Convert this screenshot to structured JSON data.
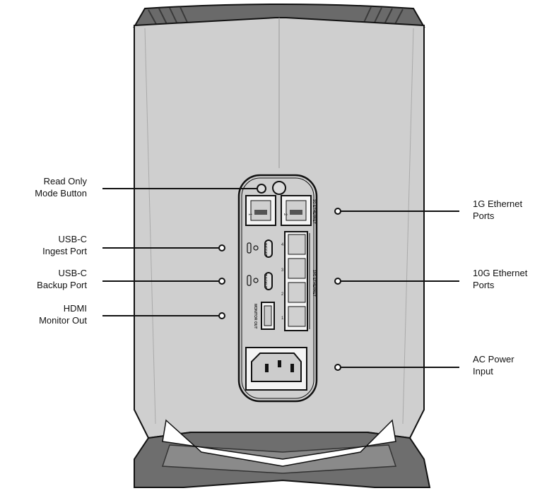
{
  "diagram": {
    "callouts": [
      {
        "id": "read-only-mode-button",
        "side": "left",
        "lines": [
          "Read Only",
          "Mode Button"
        ]
      },
      {
        "id": "usb-c-ingest-port",
        "side": "left",
        "lines": [
          "USB-C",
          "Ingest Port"
        ]
      },
      {
        "id": "usb-c-backup-port",
        "side": "left",
        "lines": [
          "USB-C",
          "Backup Port"
        ]
      },
      {
        "id": "hdmi-monitor-out",
        "side": "left",
        "lines": [
          "HDMI",
          "Monitor Out"
        ]
      },
      {
        "id": "1g-ethernet-ports",
        "side": "right",
        "lines": [
          "1G Ethernet",
          "Ports"
        ]
      },
      {
        "id": "10g-ethernet-ports",
        "side": "right",
        "lines": [
          "10G Ethernet",
          "Ports"
        ]
      },
      {
        "id": "ac-power-input",
        "side": "right",
        "lines": [
          "AC Power",
          "Input"
        ]
      }
    ],
    "panel_text": {
      "port_1g_1": "1",
      "port_1g_2": "2",
      "label_1g": "1G ETHERNET",
      "label_10g": "10G ETHERNET",
      "port_10g_4": "4",
      "port_10g_3": "3",
      "port_10g_2": "2",
      "port_10g_1": "1",
      "ingest": "INGEST",
      "backup": "BACKUP",
      "monitor_out": "MONITOR OUT"
    }
  }
}
